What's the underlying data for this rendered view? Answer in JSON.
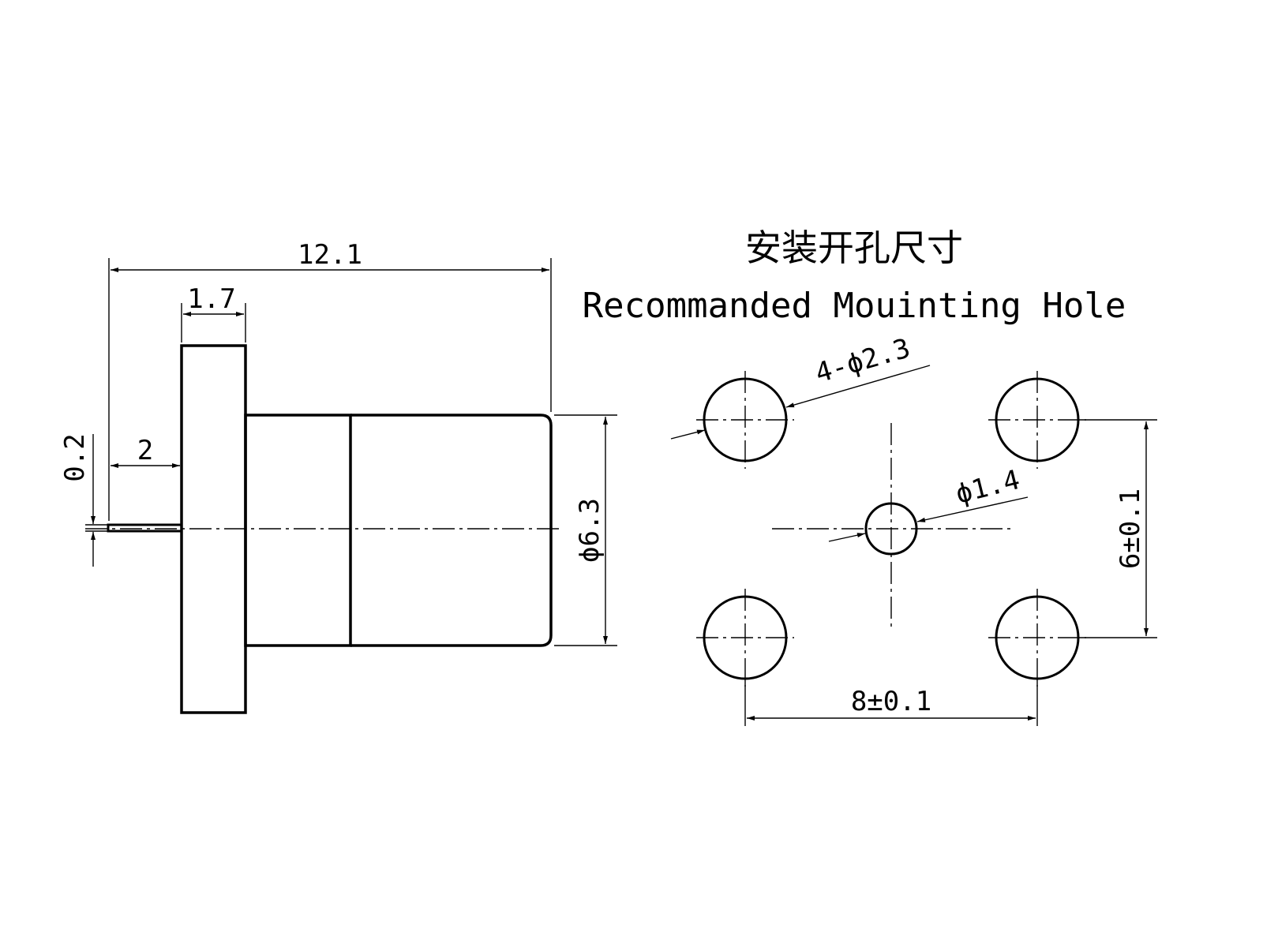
{
  "title": {
    "chinese": "安装开孔尺寸",
    "english": "Recommanded Mouinting Hole"
  },
  "side_view": {
    "overall_length": "12.1",
    "flange_thickness": "1.7",
    "pin_length": "2",
    "pin_thickness": "0.2",
    "body_diameter": "ϕ6.3"
  },
  "mounting_hole": {
    "corner_holes": "4-ϕ2.3",
    "center_hole": "ϕ1.4",
    "horizontal_spacing": "8±0.1",
    "vertical_spacing": "6±0.1"
  }
}
